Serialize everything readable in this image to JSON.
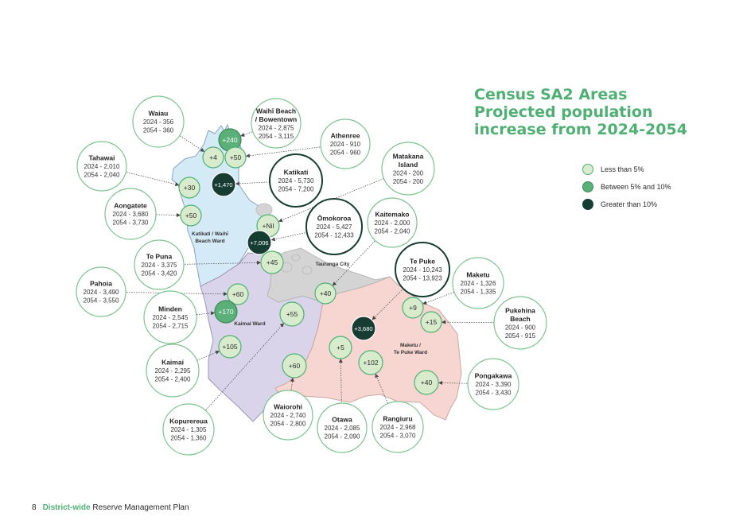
{
  "title_lines": [
    "Census SA2 Areas",
    "Projected population",
    "increase from 2024-2054"
  ],
  "legend": [
    {
      "label": "Less than 5%",
      "color": "#d8eccd",
      "stroke": "#4fb074"
    },
    {
      "label": "Between 5% and 10%",
      "color": "#5bb07a",
      "stroke": "#3a8a57"
    },
    {
      "label": "Greater than 10%",
      "color": "#173d33",
      "stroke": "#173d33"
    }
  ],
  "wards": {
    "katikati": {
      "label_lines": [
        "Katikati / Waihī",
        "Beach Ward"
      ],
      "color": "#d4eaf6"
    },
    "kaimai": {
      "label_lines": [
        "Kaimai Ward"
      ],
      "color": "#d9d4ea"
    },
    "maketu": {
      "label_lines": [
        "Maketu /",
        "Te Puke Ward"
      ],
      "color": "#f7d5d0"
    },
    "tauranga": {
      "label_lines": [
        "Tauranga City"
      ],
      "color": "#d4d4d4"
    }
  },
  "markers": [
    {
      "name": "waihi-beach",
      "label": "+240",
      "cat": "mid"
    },
    {
      "name": "athenree",
      "label": "+50",
      "cat": "low"
    },
    {
      "name": "waiau",
      "label": "+4",
      "cat": "low"
    },
    {
      "name": "katikati",
      "label": "+1,470",
      "cat": "high"
    },
    {
      "name": "tahawai",
      "label": "+30",
      "cat": "low"
    },
    {
      "name": "aongatete",
      "label": "+50",
      "cat": "low"
    },
    {
      "name": "matakana-island",
      "label": "+Nil",
      "cat": "low"
    },
    {
      "name": "omokoroa",
      "label": "+7,006",
      "cat": "high"
    },
    {
      "name": "te-puna",
      "label": "+45",
      "cat": "low"
    },
    {
      "name": "pahoia",
      "label": "+60",
      "cat": "low"
    },
    {
      "name": "minden",
      "label": "+170",
      "cat": "mid"
    },
    {
      "name": "kaimai",
      "label": "+105",
      "cat": "low"
    },
    {
      "name": "kopurereua",
      "label": "+55",
      "cat": "low"
    },
    {
      "name": "kaitemako",
      "label": "+40",
      "cat": "low"
    },
    {
      "name": "te-puke",
      "label": "+3,680",
      "cat": "high"
    },
    {
      "name": "maketu",
      "label": "+9",
      "cat": "low"
    },
    {
      "name": "pukehina-beach",
      "label": "+15",
      "cat": "low"
    },
    {
      "name": "otawa",
      "label": "+5",
      "cat": "low"
    },
    {
      "name": "rangiuru",
      "label": "+102",
      "cat": "low"
    },
    {
      "name": "waiorohi",
      "label": "+60",
      "cat": "low"
    },
    {
      "name": "pongakawa",
      "label": "+40",
      "cat": "low"
    }
  ],
  "callouts": [
    {
      "name": "waiau",
      "title": [
        "Waiau"
      ],
      "lines": [
        "2024 - 356",
        "2054 - 360"
      ],
      "bold": false
    },
    {
      "name": "waihi-beach",
      "title": [
        "Waihī Beach",
        "/ Bowentown"
      ],
      "lines": [
        "2024 - 2,875",
        "2054 - 3,115"
      ],
      "bold": false
    },
    {
      "name": "athenree",
      "title": [
        "Athenree"
      ],
      "lines": [
        "2024 - 910",
        "2054 - 960"
      ],
      "bold": false
    },
    {
      "name": "tahawai",
      "title": [
        "Tahawai"
      ],
      "lines": [
        "2024 - 2,010",
        "2054 - 2,040"
      ],
      "bold": false
    },
    {
      "name": "katikati",
      "title": [
        "Katikati"
      ],
      "lines": [
        "2024 - 5,730",
        "2054 - 7,200"
      ],
      "bold": true
    },
    {
      "name": "matakana-island",
      "title": [
        "Matakana",
        "Island"
      ],
      "lines": [
        "2024 - 200",
        "2054 - 200"
      ],
      "bold": false
    },
    {
      "name": "aongatete",
      "title": [
        "Aongatete"
      ],
      "lines": [
        "2024 - 3,680",
        "2054 - 3,730"
      ],
      "bold": false
    },
    {
      "name": "omokoroa",
      "title": [
        "Ōmokoroa"
      ],
      "lines": [
        "2024 - 5,427",
        "2054 - 12,433"
      ],
      "bold": true
    },
    {
      "name": "kaitemako",
      "title": [
        "Kaitemako"
      ],
      "lines": [
        "2024 - 2,000",
        "2054 - 2,040"
      ],
      "bold": false
    },
    {
      "name": "te-puna",
      "title": [
        "Te Puna"
      ],
      "lines": [
        "2024 - 3,375",
        "2054 - 3,420"
      ],
      "bold": false
    },
    {
      "name": "te-puke",
      "title": [
        "Te Puke"
      ],
      "lines": [
        "2024 - 10,243",
        "2054 - 13,923"
      ],
      "bold": true
    },
    {
      "name": "pahoia",
      "title": [
        "Pahoia"
      ],
      "lines": [
        "2024 - 3,490",
        "2054 - 3,550"
      ],
      "bold": false
    },
    {
      "name": "maketu",
      "title": [
        "Maketu"
      ],
      "lines": [
        "2024 - 1,326",
        "2054 - 1,335"
      ],
      "bold": false
    },
    {
      "name": "minden",
      "title": [
        "Minden"
      ],
      "lines": [
        "2024 - 2,545",
        "2054 - 2,715"
      ],
      "bold": false
    },
    {
      "name": "pukehina-beach",
      "title": [
        "Pukehina",
        "Beach"
      ],
      "lines": [
        "2024 - 900",
        "2054 - 915"
      ],
      "bold": false
    },
    {
      "name": "kaimai",
      "title": [
        "Kaimai"
      ],
      "lines": [
        "2024 - 2,295",
        "2054 - 2,400"
      ],
      "bold": false
    },
    {
      "name": "pongakawa",
      "title": [
        "Pongakawa"
      ],
      "lines": [
        "2024 - 3,390",
        "2054 - 3,430"
      ],
      "bold": false
    },
    {
      "name": "kopurereua",
      "title": [
        "Kopurereua"
      ],
      "lines": [
        "2024 - 1,305",
        "2054 - 1,360"
      ],
      "bold": false
    },
    {
      "name": "waiorohi",
      "title": [
        "Waiorohi"
      ],
      "lines": [
        "2024 - 2,740",
        "2054 - 2,800"
      ],
      "bold": false
    },
    {
      "name": "otawa",
      "title": [
        "Otawa"
      ],
      "lines": [
        "2024 - 2,085",
        "2054 - 2,090"
      ],
      "bold": false
    },
    {
      "name": "rangiuru",
      "title": [
        "Rangiuru"
      ],
      "lines": [
        "2024 - 2,968",
        "2054 - 3,070"
      ],
      "bold": false
    }
  ],
  "footer": {
    "page": "8",
    "accent": "District-wide",
    "rest": "Reserve Management Plan"
  },
  "colors": {
    "accent": "#4fb074",
    "ring": "#7cc48f",
    "dark": "#173d33"
  }
}
